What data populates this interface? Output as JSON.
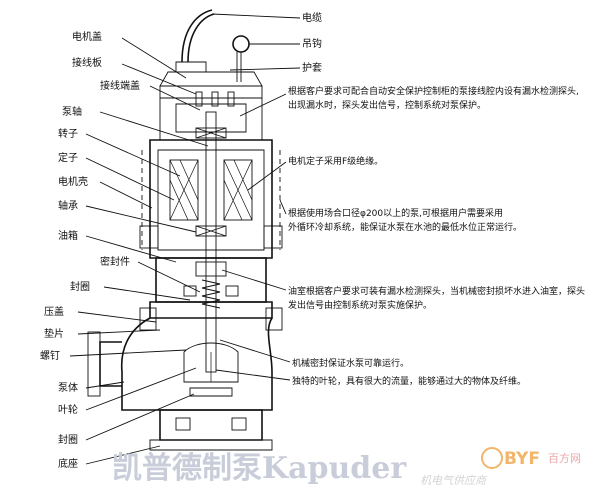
{
  "left_labels": [
    {
      "id": "motor-cover",
      "text": "电机盖"
    },
    {
      "id": "terminal-board",
      "text": "接线板"
    },
    {
      "id": "terminal-cap",
      "text": "接线端盖"
    },
    {
      "id": "pump-shaft",
      "text": "泵轴"
    },
    {
      "id": "rotor",
      "text": "转子"
    },
    {
      "id": "stator",
      "text": "定子"
    },
    {
      "id": "motor-shell",
      "text": "电机壳"
    },
    {
      "id": "bearing",
      "text": "轴承"
    },
    {
      "id": "oil-chamber",
      "text": "油箱"
    },
    {
      "id": "seal-part",
      "text": "密封件"
    },
    {
      "id": "seal-ring-1",
      "text": "封圈"
    },
    {
      "id": "gland",
      "text": "压盖"
    },
    {
      "id": "gasket",
      "text": "垫片"
    },
    {
      "id": "screw",
      "text": "螺钉"
    },
    {
      "id": "pump-body",
      "text": "泵体"
    },
    {
      "id": "impeller",
      "text": "叶轮"
    },
    {
      "id": "seal-ring-2",
      "text": "封圈"
    },
    {
      "id": "base",
      "text": "底座"
    }
  ],
  "right_labels": [
    {
      "id": "cable",
      "text": "电缆"
    },
    {
      "id": "hook",
      "text": "吊钩"
    },
    {
      "id": "sheath",
      "text": "护套"
    }
  ],
  "notes": [
    {
      "id": "note-leak-probe",
      "lines": [
        "根据客户要求可配合自动安全保护控制柜的泵接线腔内设有漏水检测探头,",
        "出现漏水时，探头发出信号，控制系统对泵保护。"
      ]
    },
    {
      "id": "note-stator",
      "lines": [
        "电机定子采用F级绝缘。"
      ]
    },
    {
      "id": "note-cooling",
      "lines": [
        "根据使用场合口径φ200以上的泵,可根据用户需要采用",
        "外循环冷却系统，能保证水泵在水池的最低水位正常运行。"
      ]
    },
    {
      "id": "note-oil",
      "lines": [
        "油室根据客户要求可装有漏水检测探头，当机械密封损坏水进入油室，探头",
        "发出信号由控制系统对泵实施保护。"
      ]
    },
    {
      "id": "note-seal",
      "lines": [
        "机械密封保证水泵可靠运行。",
        "独特的叶轮，具有很大的流量，能够通过大的物体及纤维。"
      ]
    }
  ],
  "watermark": {
    "text": "凯普德制泵Kapuder",
    "small": "机电气供应商"
  },
  "logo": {
    "text": "BYF",
    "cn": "百方网"
  }
}
